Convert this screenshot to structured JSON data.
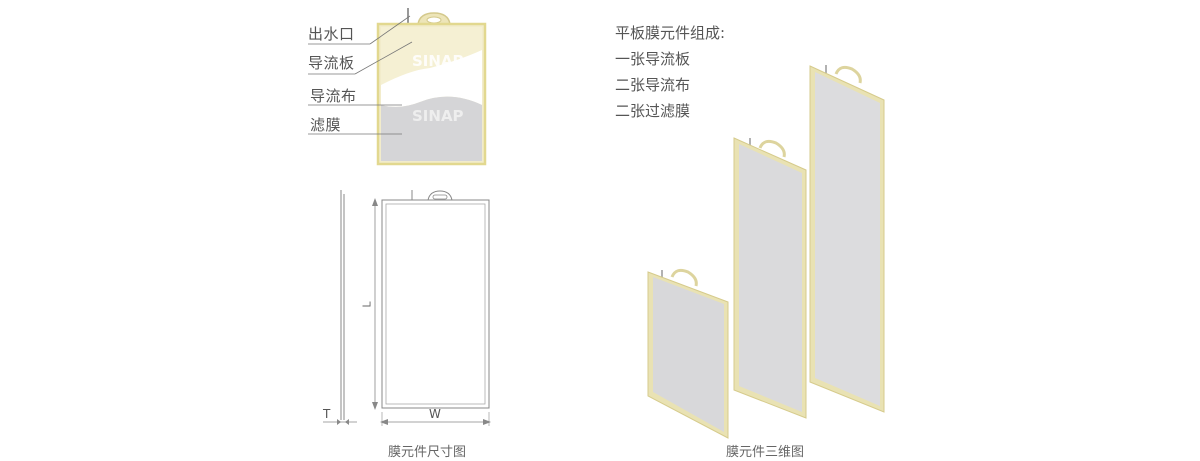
{
  "layer_diagram": {
    "labels": [
      "出水口",
      "导流板",
      "导流布",
      "滤膜"
    ],
    "watermark": "SINAP"
  },
  "dimension_diagram": {
    "dim_length": "L",
    "dim_width": "W",
    "dim_thickness": "T",
    "caption": "膜元件尺寸图"
  },
  "composition": {
    "title": "平板膜元件组成:",
    "items": [
      "一张导流板",
      "二张导流布",
      "二张过滤膜"
    ]
  },
  "view_3d": {
    "caption": "膜元件三维图"
  },
  "colors": {
    "frame": "#ede5b8",
    "frame_stroke": "#d9cf96",
    "membrane": "#d8d8da",
    "flow_plate": "#f4efcd",
    "flow_cloth": "#ffffff",
    "line": "#666666"
  }
}
